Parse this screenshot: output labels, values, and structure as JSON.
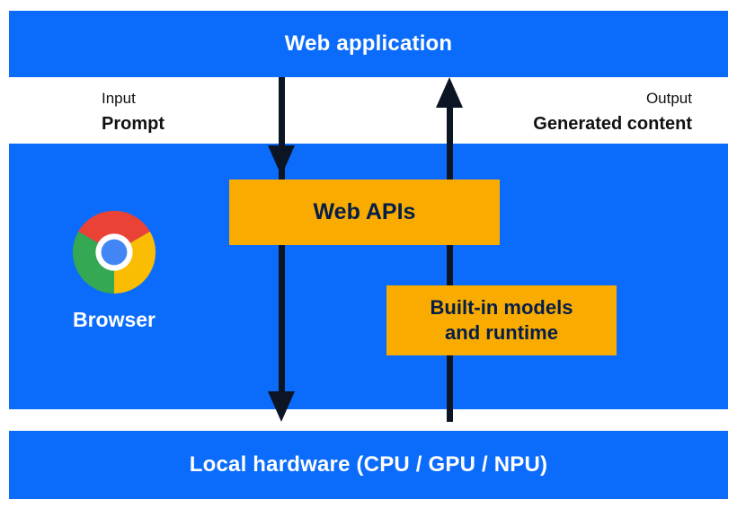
{
  "diagram": {
    "top_bar": {
      "label": "Web application"
    },
    "flow": {
      "input_caption": "Input",
      "input_label": "Prompt",
      "output_caption": "Output",
      "output_label": "Generated content"
    },
    "browser": {
      "label": "Browser",
      "logo_icon": "chrome-logo"
    },
    "boxes": {
      "web_apis": "Web APIs",
      "builtin_line1": "Built-in models",
      "builtin_line2": "and runtime"
    },
    "bottom_bar": {
      "label": "Local hardware (CPU / GPU / NPU)"
    },
    "colors": {
      "block_blue": "#0B6CFB",
      "box_yellow": "#F9AB00",
      "dark_text": "#041E49",
      "arrow": "#0C1524",
      "chrome_red": "#EA4335",
      "chrome_yellow": "#FBBC04",
      "chrome_green": "#34A853",
      "chrome_blue": "#4285F4"
    }
  }
}
